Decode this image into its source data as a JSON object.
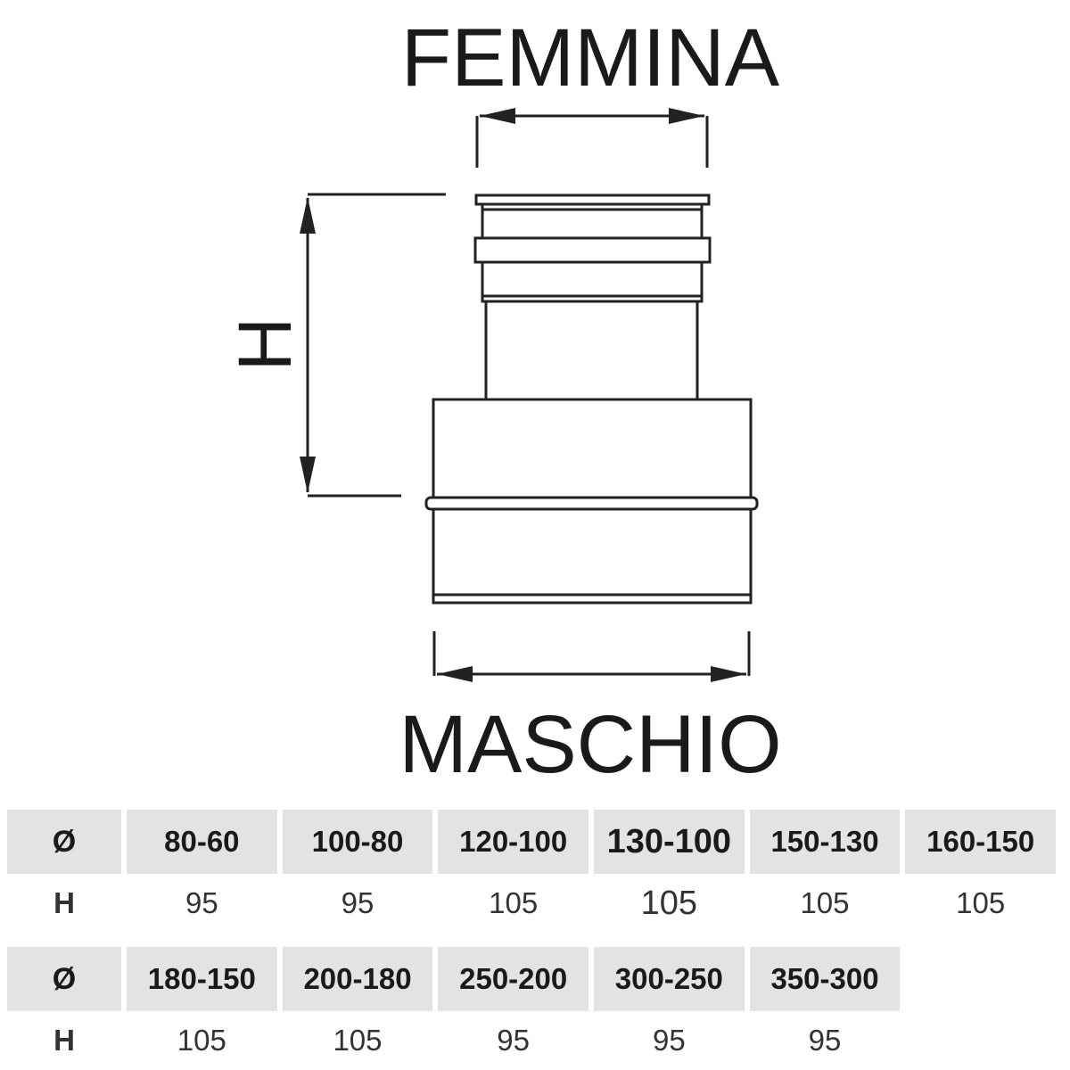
{
  "diagram": {
    "top_label": "FEMMINA",
    "bottom_label": "MASCHIO",
    "height_label": "H"
  },
  "tables": [
    {
      "row_labels": {
        "diameter": "Ø",
        "height": "H"
      },
      "columns": [
        {
          "diameter": "80-60",
          "height": "95"
        },
        {
          "diameter": "100-80",
          "height": "95"
        },
        {
          "diameter": "120-100",
          "height": "105"
        },
        {
          "diameter": "130-100",
          "height": "105"
        },
        {
          "diameter": "150-130",
          "height": "105"
        },
        {
          "diameter": "160-150",
          "height": "105"
        }
      ]
    },
    {
      "row_labels": {
        "diameter": "Ø",
        "height": "H"
      },
      "columns": [
        {
          "diameter": "180-150",
          "height": "105"
        },
        {
          "diameter": "200-180",
          "height": "105"
        },
        {
          "diameter": "250-200",
          "height": "95"
        },
        {
          "diameter": "300-250",
          "height": "95"
        },
        {
          "diameter": "350-300",
          "height": "95"
        }
      ]
    }
  ]
}
